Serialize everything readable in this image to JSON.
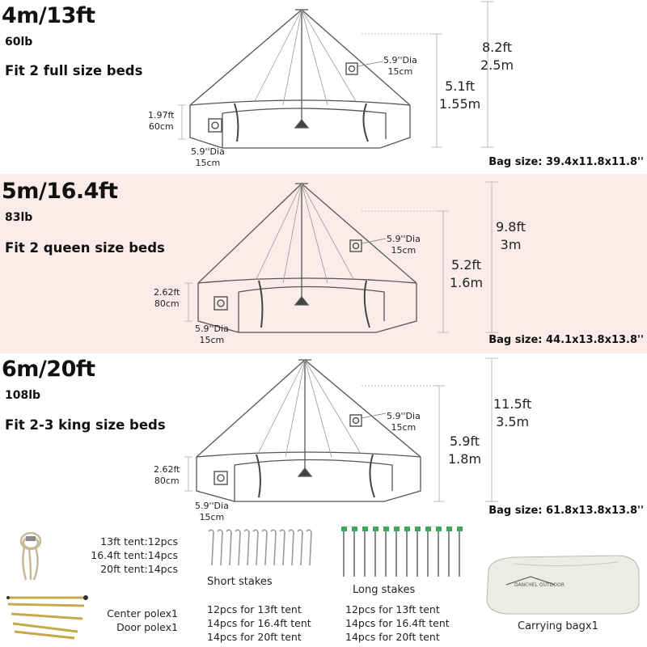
{
  "tents": [
    {
      "size": "4m/13ft",
      "weight": "60lb",
      "beds": "Fit 2 full size beds",
      "total_height": [
        "8.2ft",
        "2.5m"
      ],
      "wall_height": [
        "5.1ft",
        "1.55m"
      ],
      "side_wall": [
        "1.97ft",
        "60cm"
      ],
      "vent_top": [
        "5.9''Dia",
        "15cm"
      ],
      "vent_bottom": [
        "5.9''Dia",
        "15cm"
      ],
      "bag_label": "Bag size:",
      "bag_size": "39.4x11.8x11.8''"
    },
    {
      "size": "5m/16.4ft",
      "weight": "83lb",
      "beds": "Fit 2 queen size beds",
      "total_height": [
        "9.8ft",
        "3m"
      ],
      "wall_height": [
        "5.2ft",
        "1.6m"
      ],
      "side_wall": [
        "2.62ft",
        "80cm"
      ],
      "vent_top": [
        "5.9''Dia",
        "15cm"
      ],
      "vent_bottom": [
        "5.9''Dia",
        "15cm"
      ],
      "bag_label": "Bag size:",
      "bag_size": "44.1x13.8x13.8''"
    },
    {
      "size": "6m/20ft",
      "weight": "108lb",
      "beds": "Fit 2-3 king size beds",
      "total_height": [
        "11.5ft",
        "3.5m"
      ],
      "wall_height": [
        "5.9ft",
        "1.8m"
      ],
      "side_wall": [
        "2.62ft",
        "80cm"
      ],
      "vent_top": [
        "5.9''Dia",
        "15cm"
      ],
      "vent_bottom": [
        "5.9''Dia",
        "15cm"
      ],
      "bag_label": "Bag size:",
      "bag_size": "61.8x13.8x13.8''"
    }
  ],
  "accessories": {
    "ropes": [
      "13ft tent:12pcs",
      "16.4ft tent:14pcs",
      "20ft tent:14pcs"
    ],
    "poles": [
      "Center polex1",
      "Door polex1"
    ],
    "short_stakes": {
      "title": "Short stakes",
      "counts": [
        "12pcs for 13ft tent",
        "14pcs for 16.4ft tent",
        "14pcs for 20ft tent"
      ]
    },
    "long_stakes": {
      "title": "Long stakes",
      "counts": [
        "12pcs for 13ft tent",
        "14pcs for 16.4ft tent",
        "14pcs for 20ft tent"
      ]
    },
    "bag": {
      "label": "Carrying bagx1",
      "print": "DANCHEL OUTDOOR"
    }
  },
  "colors": {
    "highlight_band": "#fbecea",
    "stake_head": "#3fa65a",
    "pole": "#c8a84a"
  }
}
